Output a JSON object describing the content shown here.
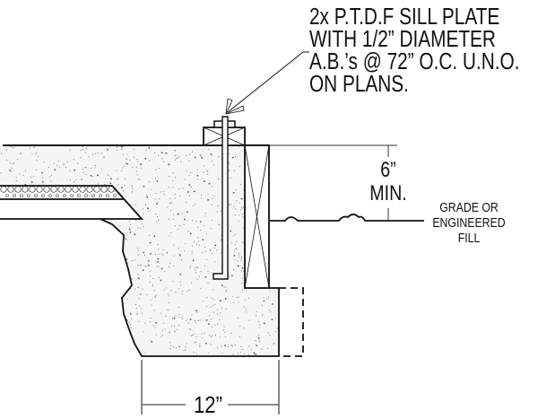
{
  "callout": {
    "lines": [
      "2x P.T.D.F SILL PLATE",
      "WITH 1/2” DIAMETER",
      "A.B.’s @ 72” O.C. U.N.O.",
      "ON PLANS."
    ]
  },
  "grade_dimension": {
    "value": "6”",
    "qualifier": "MIN."
  },
  "grade_label": {
    "lines": [
      "GRADE OR",
      "ENGINEERED",
      "FILL"
    ]
  },
  "footing_width": {
    "value": "12”"
  },
  "colors": {
    "line": "#111111",
    "concrete_fill": "#f4f4f4",
    "stipple": "#555555"
  }
}
